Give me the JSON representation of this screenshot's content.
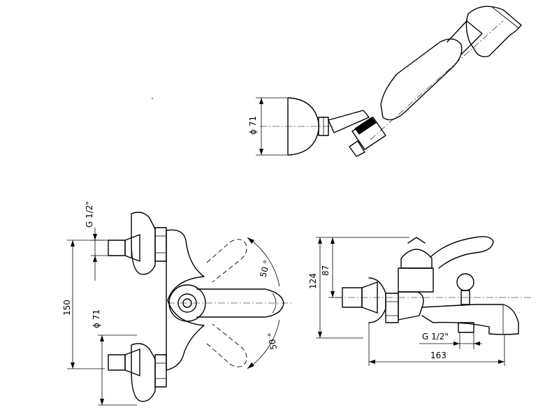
{
  "dimensions": {
    "shower_head_diameter": "ϕ 71",
    "inlet_thread_left": "G 1/2\"",
    "inlet_spacing": "150",
    "rosette_diameter": "ϕ 71",
    "angle_upper": "50 °",
    "angle_lower": "50 °",
    "side_height_upper": "87",
    "side_height_total": "124",
    "outlet_thread": "G 1/2\"",
    "spout_length": "163"
  }
}
